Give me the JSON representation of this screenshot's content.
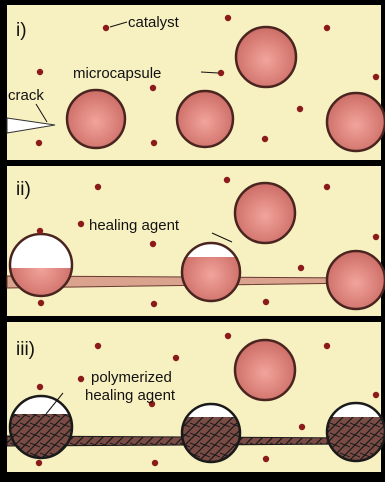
{
  "panels": [
    {
      "id": "i",
      "label": "i)",
      "annotations": {
        "catalyst": "catalyst",
        "microcapsule": "microcapsule",
        "crack": "crack"
      }
    },
    {
      "id": "ii",
      "label": "ii)",
      "annotations": {
        "healing_agent": "healing agent"
      }
    },
    {
      "id": "iii",
      "label": "iii)",
      "annotations": {
        "polymerized_line1": "polymerized",
        "polymerized_line2": "healing agent"
      }
    }
  ],
  "colors": {
    "background": "#000000",
    "matrix": "#f7f0c1",
    "capsule_fill": "#d9837c",
    "capsule_outline": "#4a2520",
    "catalyst_dot": "#8b1a1a",
    "crack_fill": "#d9a38e",
    "healing_void": "#ffffff",
    "polymer_fill": "#8a5a52"
  },
  "icons": {
    "catalyst": "small-dark-red-dot",
    "microcapsule": "pink-sphere-with-dark-outline"
  }
}
